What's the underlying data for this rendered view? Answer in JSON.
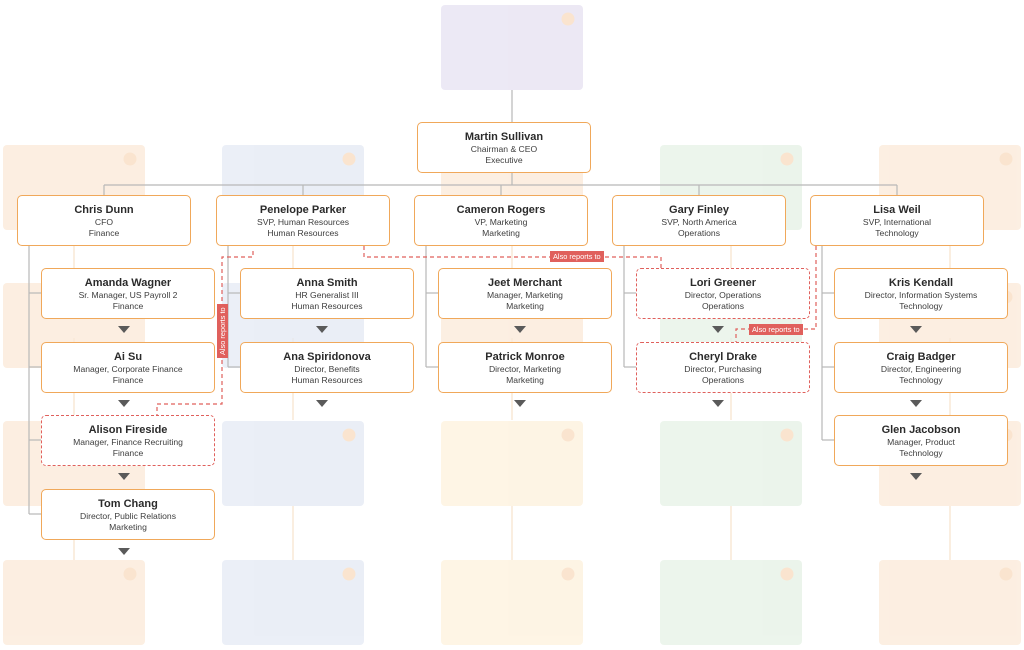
{
  "ceo": {
    "name": "Martin Sullivan",
    "title": "Chairman & CEO",
    "dept": "Executive"
  },
  "vps": [
    {
      "name": "Chris Dunn",
      "title": "CFO",
      "dept": "Finance"
    },
    {
      "name": "Penelope Parker",
      "title": "SVP, Human Resources",
      "dept": "Human Resources"
    },
    {
      "name": "Cameron Rogers",
      "title": "VP, Marketing",
      "dept": "Marketing"
    },
    {
      "name": "Gary Finley",
      "title": "SVP, North America",
      "dept": "Operations"
    },
    {
      "name": "Lisa Weil",
      "title": "SVP, International",
      "dept": "Technology"
    }
  ],
  "reports": [
    [
      {
        "name": "Amanda Wagner",
        "title": "Sr. Manager, US Payroll 2",
        "dept": "Finance"
      },
      {
        "name": "Ai Su",
        "title": "Manager, Corporate Finance",
        "dept": "Finance"
      },
      {
        "name": "Alison Fireside",
        "title": "Manager, Finance Recruiting",
        "dept": "Finance",
        "dashed": true
      },
      {
        "name": "Tom Chang",
        "title": "Director, Public Relations",
        "dept": "Marketing"
      }
    ],
    [
      {
        "name": "Anna Smith",
        "title": "HR Generalist III",
        "dept": "Human Resources"
      },
      {
        "name": "Ana Spiridonova",
        "title": "Director, Benefits",
        "dept": "Human Resources"
      }
    ],
    [
      {
        "name": "Jeet Merchant",
        "title": "Manager, Marketing",
        "dept": "Marketing"
      },
      {
        "name": "Patrick Monroe",
        "title": "Director, Marketing",
        "dept": "Marketing"
      }
    ],
    [
      {
        "name": "Lori Greener",
        "title": "Director, Operations",
        "dept": "Operations",
        "dashed": true
      },
      {
        "name": "Cheryl Drake",
        "title": "Director, Purchasing",
        "dept": "Operations",
        "dashed": true
      }
    ],
    [
      {
        "name": "Kris Kendall",
        "title": "Director, Information Systems",
        "dept": "Technology"
      },
      {
        "name": "Craig Badger",
        "title": "Director, Engineering",
        "dept": "Technology"
      },
      {
        "name": "Glen Jacobson",
        "title": "Manager, Product",
        "dept": "Technology"
      }
    ]
  ],
  "also_reports_label": "Also reports to",
  "colors": {
    "card_border": "#f0a85a",
    "dashed_border": "#e0605c",
    "connector": "#b8b8b8",
    "arrow": "#5a5a5a",
    "bg_purple": "#e6e1f1",
    "bg_orange": "#fbe9d8",
    "bg_blue": "#e4e9f4",
    "bg_green": "#e5f1e5",
    "bg_yellow": "#fdf1dc"
  }
}
